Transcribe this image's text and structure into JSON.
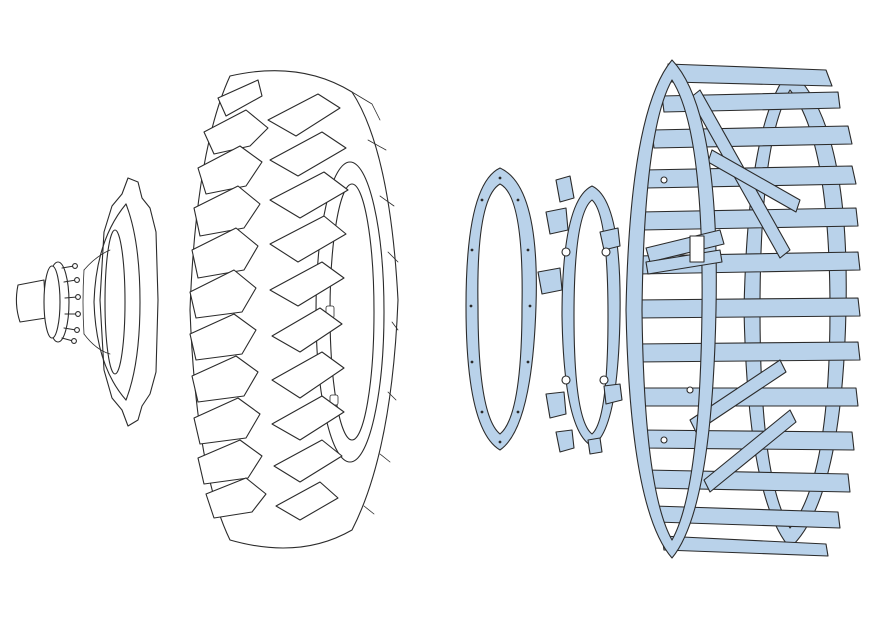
{
  "diagram": {
    "type": "exploded-assembly-drawing",
    "parts": [
      {
        "id": "axle-hub",
        "name": "axle-hub",
        "icon": "axle-hub-icon"
      },
      {
        "id": "wheel-rim-disc",
        "name": "wheel-rim-disc",
        "icon": "wheel-disc-icon"
      },
      {
        "id": "tractor-tire",
        "name": "tractor-tire",
        "icon": "tire-icon"
      },
      {
        "id": "adapter-ring",
        "name": "adapter-ring",
        "icon": "ring-icon"
      },
      {
        "id": "mounting-bracket-ring",
        "name": "mounting-bracket-ring",
        "icon": "bracket-ring-icon"
      },
      {
        "id": "cage-wheel",
        "name": "cage-wheel",
        "icon": "cage-wheel-icon"
      }
    ],
    "colors": {
      "outline": "#2b2b2b",
      "part_fill_white": "#ffffff",
      "part_fill_blue": "#b9d2ea",
      "background": "#ffffff"
    }
  }
}
